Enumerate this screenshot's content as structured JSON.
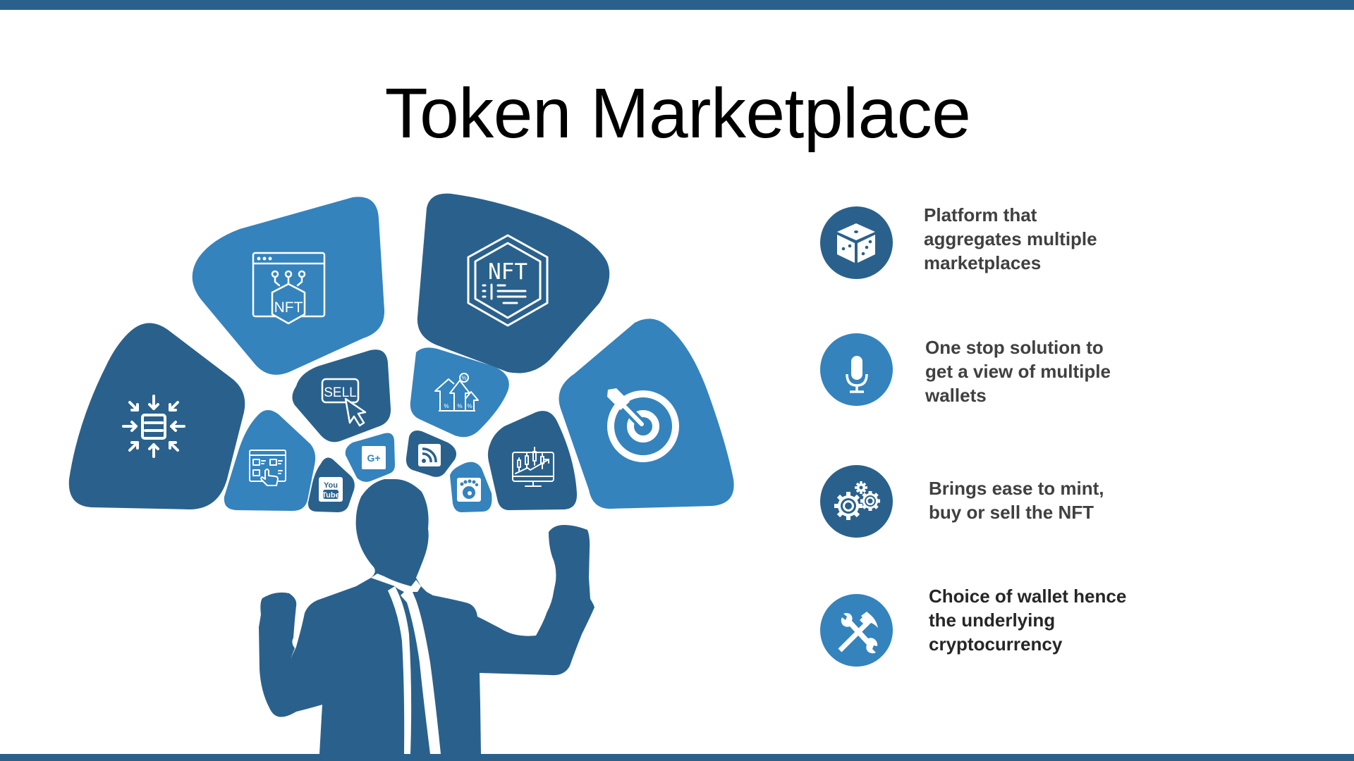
{
  "title": "Token Marketplace",
  "colors": {
    "dark_blue": "#2a618c",
    "light_blue": "#3483bd",
    "text_gray": "#404040",
    "text_dark": "#262626",
    "title": "#000000",
    "background": "#ffffff"
  },
  "diagram": {
    "petals": [
      {
        "id": "compress",
        "shade": "dark",
        "icon": "compress-arrows-icon"
      },
      {
        "id": "nft-browser",
        "shade": "light",
        "icon": "nft-browser-icon"
      },
      {
        "id": "nft-badge",
        "shade": "dark",
        "icon": "nft-hexagon-badge-icon",
        "icon_text": "NFT"
      },
      {
        "id": "target",
        "shade": "light",
        "icon": "target-arrow-icon"
      },
      {
        "id": "sell",
        "shade": "dark",
        "icon": "sell-button-cursor-icon",
        "icon_text": "SELL"
      },
      {
        "id": "growth",
        "shade": "light",
        "icon": "house-growth-percent-icon"
      },
      {
        "id": "web-touch",
        "shade": "light",
        "icon": "browser-hand-click-icon"
      },
      {
        "id": "youtube",
        "shade": "dark",
        "icon": "youtube-icon",
        "icon_text_line1": "You",
        "icon_text_line2": "Tube"
      },
      {
        "id": "google-plus",
        "shade": "light",
        "icon": "google-plus-icon",
        "icon_text": "G+"
      },
      {
        "id": "rss",
        "shade": "dark",
        "icon": "rss-feed-icon"
      },
      {
        "id": "paw",
        "shade": "light",
        "icon": "paw-app-icon"
      },
      {
        "id": "stock-chart",
        "shade": "dark",
        "icon": "candlestick-monitor-icon"
      }
    ],
    "figure": "businessman-silhouette-raised-fists"
  },
  "features": [
    {
      "icon": "dice-icon",
      "shade": "dark",
      "text": "Platform that\naggregates multiple\nmarketplaces"
    },
    {
      "icon": "microphone-icon",
      "shade": "light",
      "text": "One stop solution to\nget a view of multiple\nwallets"
    },
    {
      "icon": "gears-icon",
      "shade": "dark",
      "text": "Brings ease to mint,\nbuy or sell the NFT"
    },
    {
      "icon": "tools-icon",
      "shade": "light",
      "text": "Choice of wallet hence\nthe underlying\ncryptocurrency"
    }
  ]
}
